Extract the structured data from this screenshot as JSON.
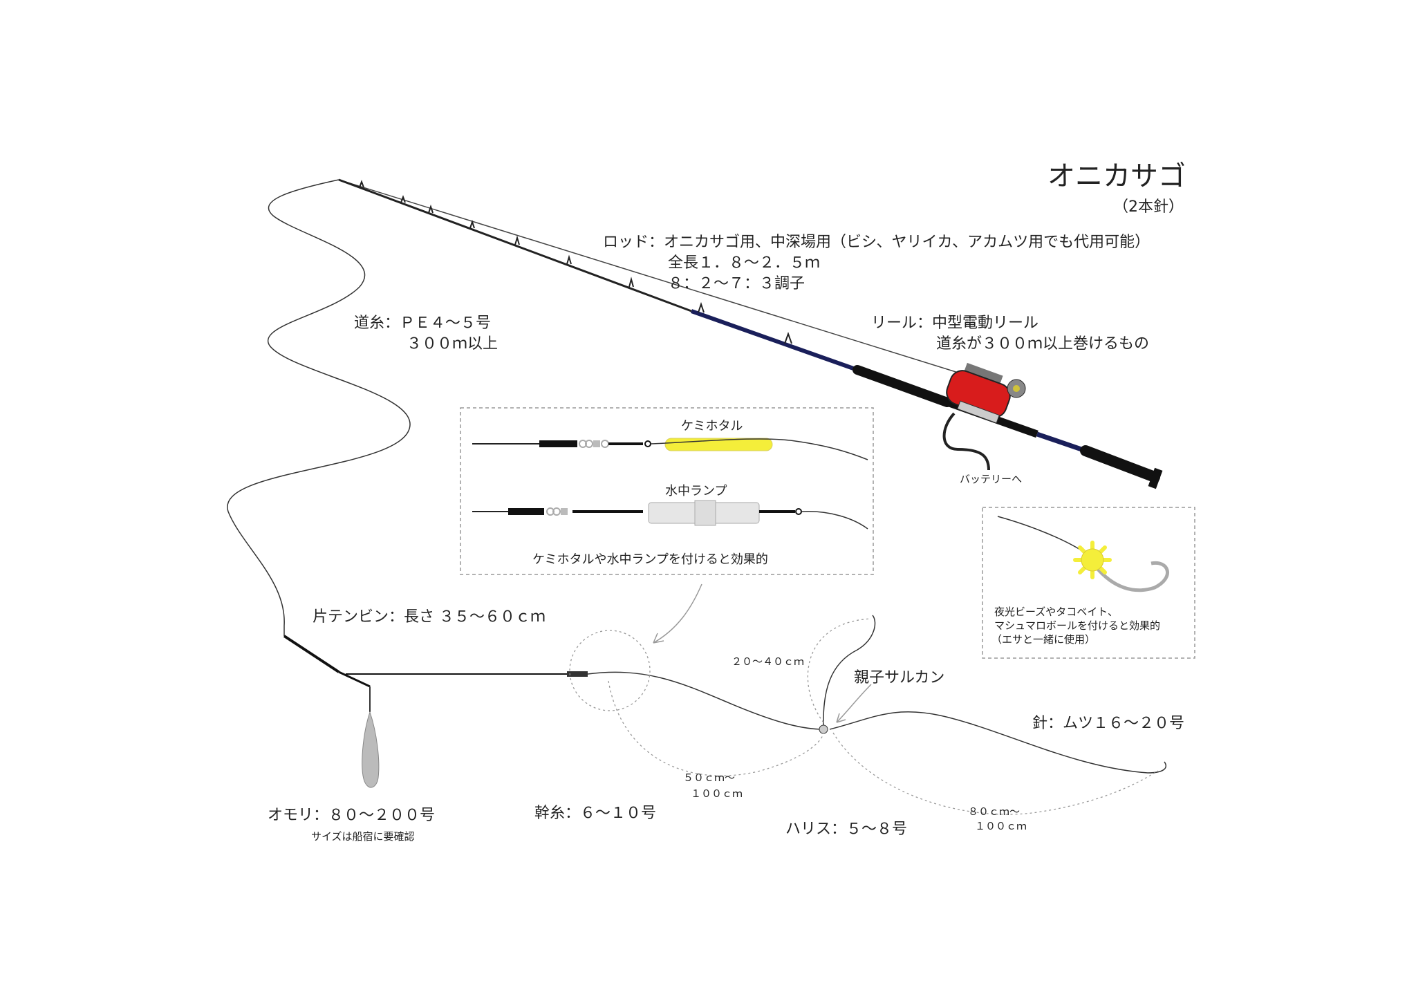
{
  "title": "オニカサゴ",
  "subtitle": "（2本針）",
  "rod": {
    "label": "ロッド：オニカサゴ用、中深場用（ビシ、ヤリイカ、アカムツ用でも代用可能）",
    "length": "全長１．８～２．５ｍ",
    "action": "８：２～７：３調子"
  },
  "reel": {
    "label": "リール：中型電動リール",
    "capacity": "道糸が３００ｍ以上巻けるもの",
    "battery": "バッテリーへ"
  },
  "mainline": {
    "label": "道糸：ＰＥ４～５号",
    "length": "３００ｍ以上"
  },
  "light_box": {
    "chemical_light": "ケミホタル",
    "underwater_lamp": "水中ランプ",
    "note": "ケミホタルや水中ランプを付けると効果的"
  },
  "bead_box": {
    "note_line1": "夜光ビーズやタコベイト、",
    "note_line2": "マシュマロボールを付けると効果的",
    "note_line3": "（エサと一緒に使用）"
  },
  "tenbin": "片テンビン：長さ ３５～６０ｃｍ",
  "sinker": {
    "label": "オモリ：８０～２００号",
    "note": "サイズは船宿に要確認"
  },
  "trunk_line": "幹糸：６～１０号",
  "leader": "ハリス：５～８号",
  "swivel": "親子サルカン",
  "hook": "針：ムツ１６～２０号",
  "measure_branch": "２０～４０ｃｍ",
  "measure_trunk_1": "５０ｃｍ～",
  "measure_trunk_2": "１００ｃｍ",
  "measure_leader_1": "８０ｃｍ～",
  "measure_leader_2": "１００ｃｍ",
  "colors": {
    "reel": "#d81c1c",
    "rod_blank": "#1a1f5a",
    "glow": "#f4ee3a"
  }
}
